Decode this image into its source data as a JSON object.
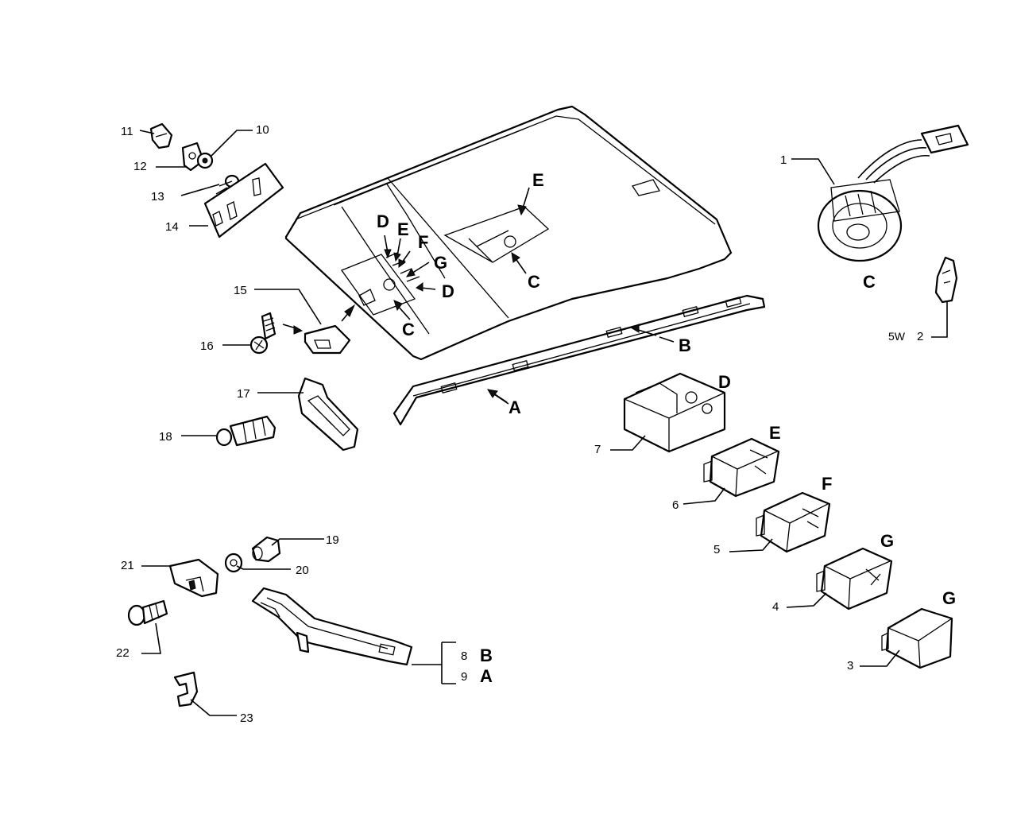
{
  "labels": {
    "n1": "1",
    "n2": "2",
    "n3": "3",
    "n4": "4",
    "n5": "5",
    "n6": "6",
    "n7": "7",
    "n8": "8",
    "n9": "9",
    "n10": "10",
    "n11": "11",
    "n12": "12",
    "n13": "13",
    "n14": "14",
    "n15": "15",
    "n16": "16",
    "n17": "17",
    "n18": "18",
    "n19": "19",
    "n20": "20",
    "n21": "21",
    "n22": "22",
    "n23": "23",
    "watt": "5W",
    "A": "A",
    "B": "B",
    "C": "C",
    "D": "D",
    "E": "E",
    "F": "F",
    "G": "G"
  }
}
